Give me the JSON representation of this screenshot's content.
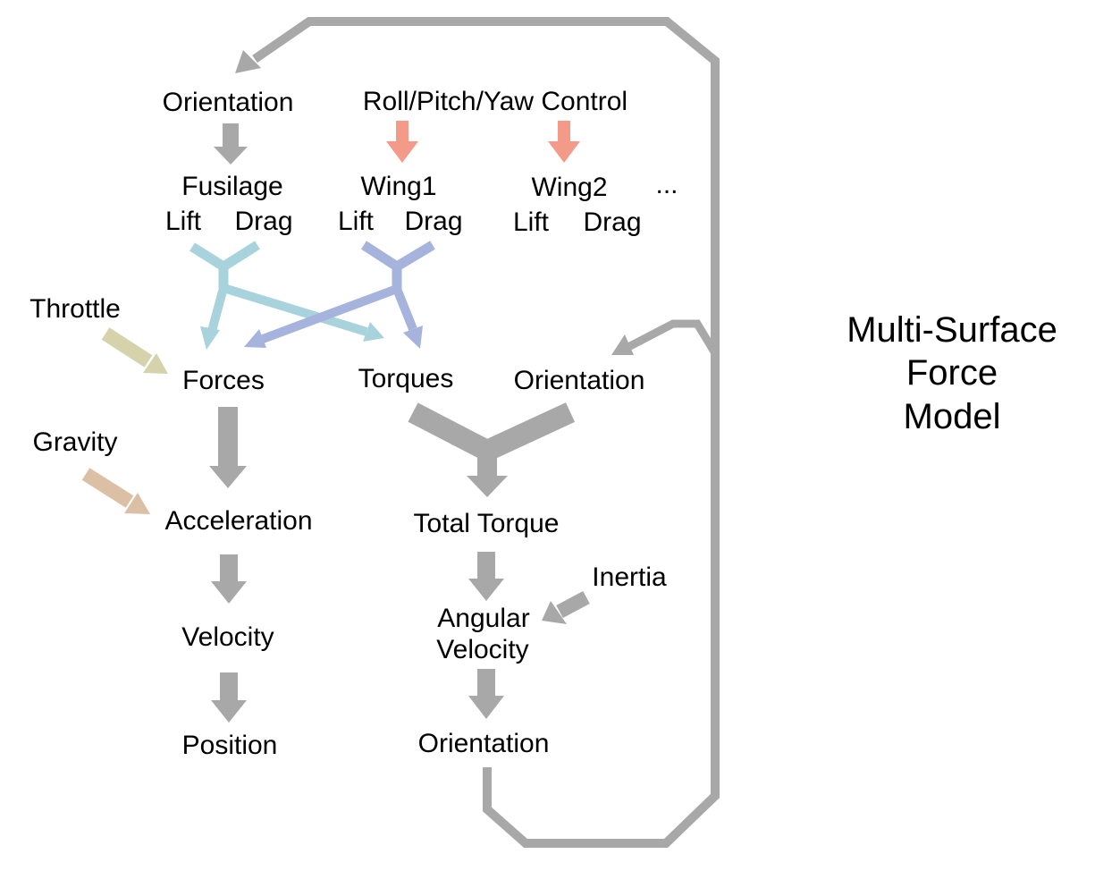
{
  "title": {
    "line1": "Multi-Surface",
    "line2": "Force",
    "line3": "Model"
  },
  "nodes": {
    "orientation_top": "Orientation",
    "control": "Roll/Pitch/Yaw Control",
    "fusilage": "Fusilage",
    "fusilage_lift": "Lift",
    "fusilage_drag": "Drag",
    "wing1": "Wing1",
    "wing1_lift": "Lift",
    "wing1_drag": "Drag",
    "wing2": "Wing2",
    "wing2_lift": "Lift",
    "wing2_drag": "Drag",
    "ellipsis": "...",
    "throttle": "Throttle",
    "forces": "Forces",
    "torques": "Torques",
    "orientation_mid": "Orientation",
    "gravity": "Gravity",
    "acceleration": "Acceleration",
    "velocity": "Velocity",
    "position": "Position",
    "total_torque": "Total Torque",
    "inertia": "Inertia",
    "angular_line1": "Angular",
    "angular_line2": "Velocity",
    "orientation_bottom": "Orientation"
  },
  "colors": {
    "flow": "#a8a8a8",
    "control": "#f49a88",
    "fusilage": "#a8d3dc",
    "wing1": "#a6b3dc",
    "throttle": "#d6d3ac",
    "gravity": "#dcc0a6"
  }
}
